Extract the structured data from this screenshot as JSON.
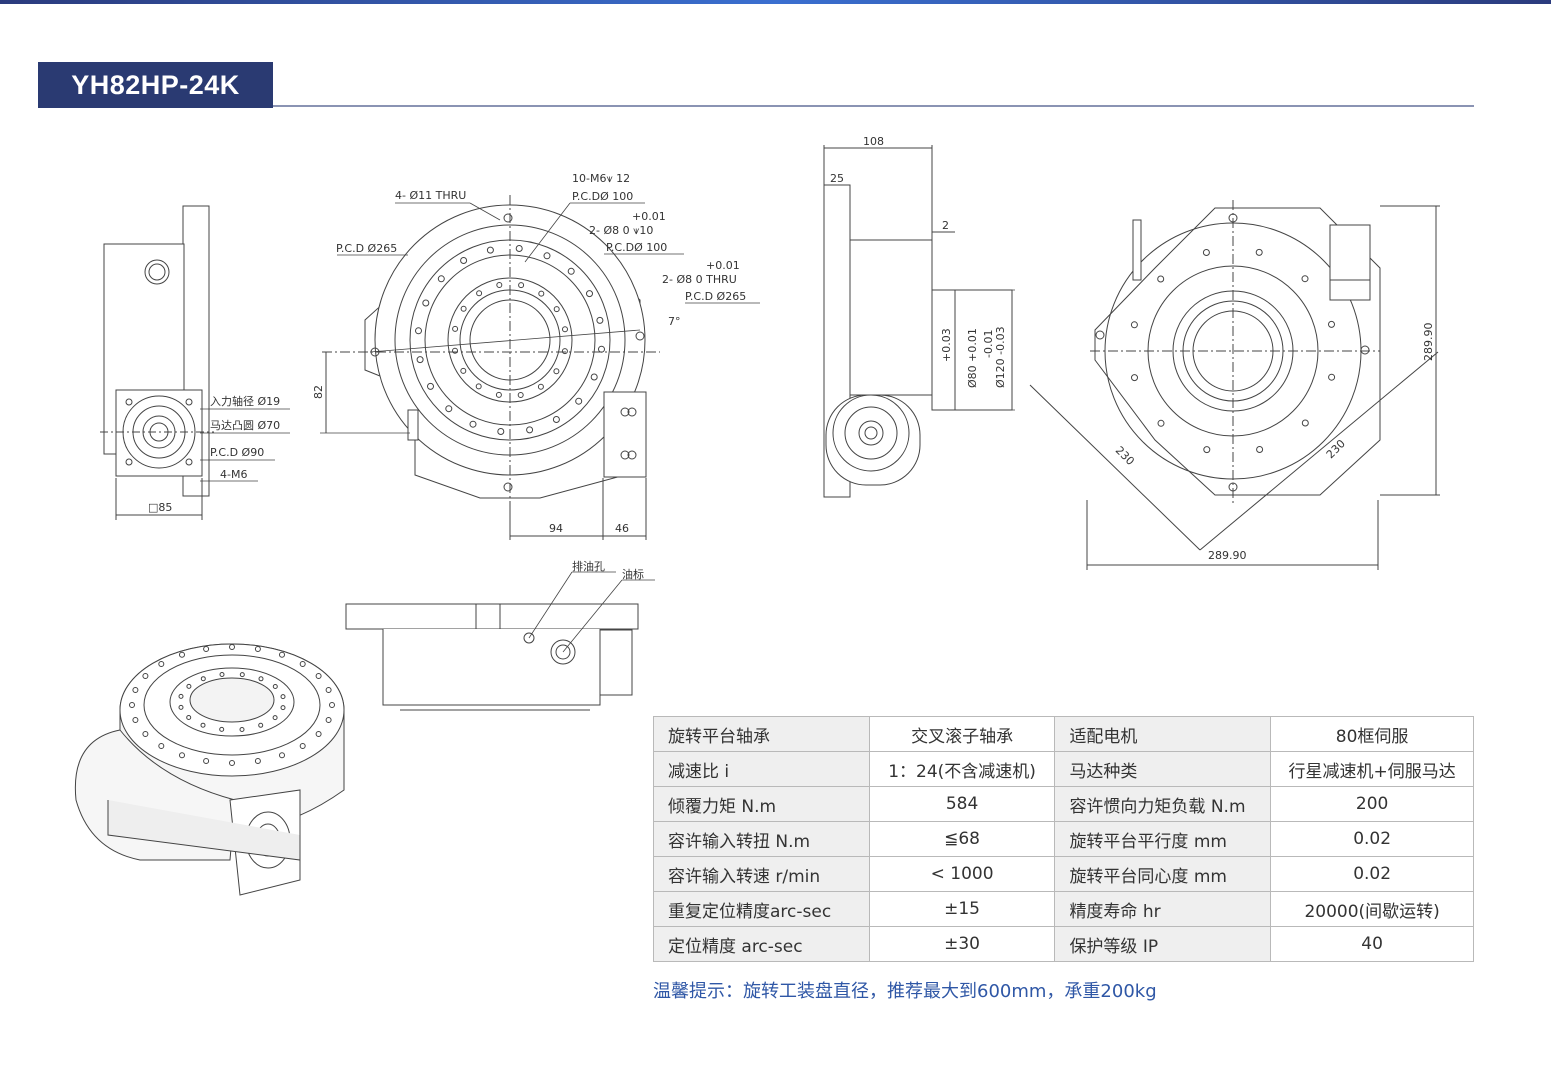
{
  "header": {
    "model": "YH82HP-24K"
  },
  "drawing_labels": {
    "thru_holes": "4- Ø11 THRU",
    "tapped_holes": "10-M6⩛ 12",
    "pcd_100_a": "P.C.DØ 100",
    "pcd_265_left": "P.C.D Ø265",
    "pin_top_tol": "+0.01",
    "pin_2": "2- Ø8    0    ⩛10",
    "pcd_100_b": "P.C.DØ 100",
    "pin_top_tol_b": "+0.01",
    "pin_2_thru": "2- Ø8     0     THRU",
    "pcd_265_right": "P.C.D Ø265",
    "angle_7": "7°",
    "input_shaft": "入力轴径 Ø19",
    "motor_boss": "马达凸圆 Ø70",
    "pcd_90": "P.C.D Ø90",
    "m6": "4-M6",
    "sq85": "□85",
    "dim_82": "82",
    "dim_94": "94",
    "dim_46": "46",
    "dim_108": "108",
    "dim_25": "25",
    "dim_2": "2",
    "dia_80": "Ø80 +0.01",
    "dia_80_tol": "+0.03",
    "dia_120": "Ø120 -0.03",
    "dia_120_tol": "-0.01",
    "dim_289_v": "289.90",
    "dim_289_h": "289.90",
    "dim_230_a": "230",
    "dim_230_b": "230",
    "oil_drain": "排油孔",
    "oil_mark": "油标"
  },
  "spec_table": {
    "rows": [
      {
        "l1": "旋转平台轴承",
        "v1": "交叉滚子轴承",
        "l2": "适配电机",
        "v2": "80框伺服"
      },
      {
        "l1": "减速比 i",
        "v1": "1：24(不含减速机)",
        "l2": "马达种类",
        "v2": "行星减速机+伺服马达"
      },
      {
        "l1": "倾覆力矩 N.m",
        "v1": "584",
        "l2": "容许惯向力矩负载 N.m",
        "v2": "200"
      },
      {
        "l1": "容许输入转扭 N.m",
        "v1": "≦68",
        "l2": "旋转平台平行度 mm",
        "v2": "0.02"
      },
      {
        "l1": "容许输入转速 r/min",
        "v1": "< 1000",
        "l2": "旋转平台同心度 mm",
        "v2": "0.02"
      },
      {
        "l1": "重复定位精度arc-sec",
        "v1": "±15",
        "l2": "精度寿命 hr",
        "v2": "20000(间歇运转)"
      },
      {
        "l1": "定位精度 arc-sec",
        "v1": "±30",
        "l2": "保护等级 IP",
        "v2": "40"
      }
    ]
  },
  "note": "温馨提示：旋转工装盘直径，推荐最大到600mm，承重200kg",
  "colors": {
    "title_bg": "#2a3a72",
    "note_text": "#2f57a6",
    "label_bg": "#efefef"
  }
}
